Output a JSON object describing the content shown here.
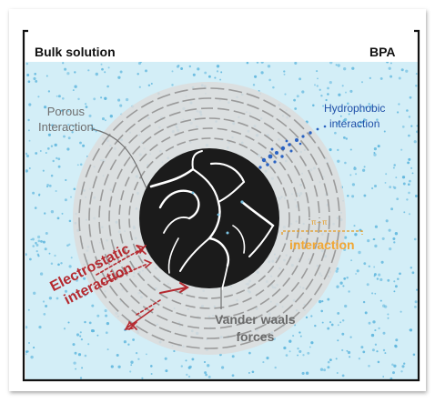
{
  "labels": {
    "bulk_solution": "Bulk solution",
    "bpa": "BPA",
    "porous_line1": "Porous",
    "porous_line2": "Interaction",
    "hydrophobic_line1": "Hydrophobic",
    "hydrophobic_line2": "interaction",
    "pi_pi": "π–π",
    "pi_pi_interaction": "interaction",
    "vander_line1": "Vander waals",
    "vander_line2": "forces",
    "electrostatic_line1": "Electrostatic",
    "electrostatic_line2": "interaction"
  },
  "colors": {
    "solution_bg": "#d3eef7",
    "dots": "#5fb6dd",
    "halo": "#dcdcdc",
    "dash_rings": "#9a9a9a",
    "particle": "#1b1b1b",
    "pores": "#ffffff",
    "hydrophobic": "#1f4fa8",
    "electrostatic": "#b52a30",
    "pi_pi": "#f1a734",
    "vander": "#6a6a6a"
  }
}
